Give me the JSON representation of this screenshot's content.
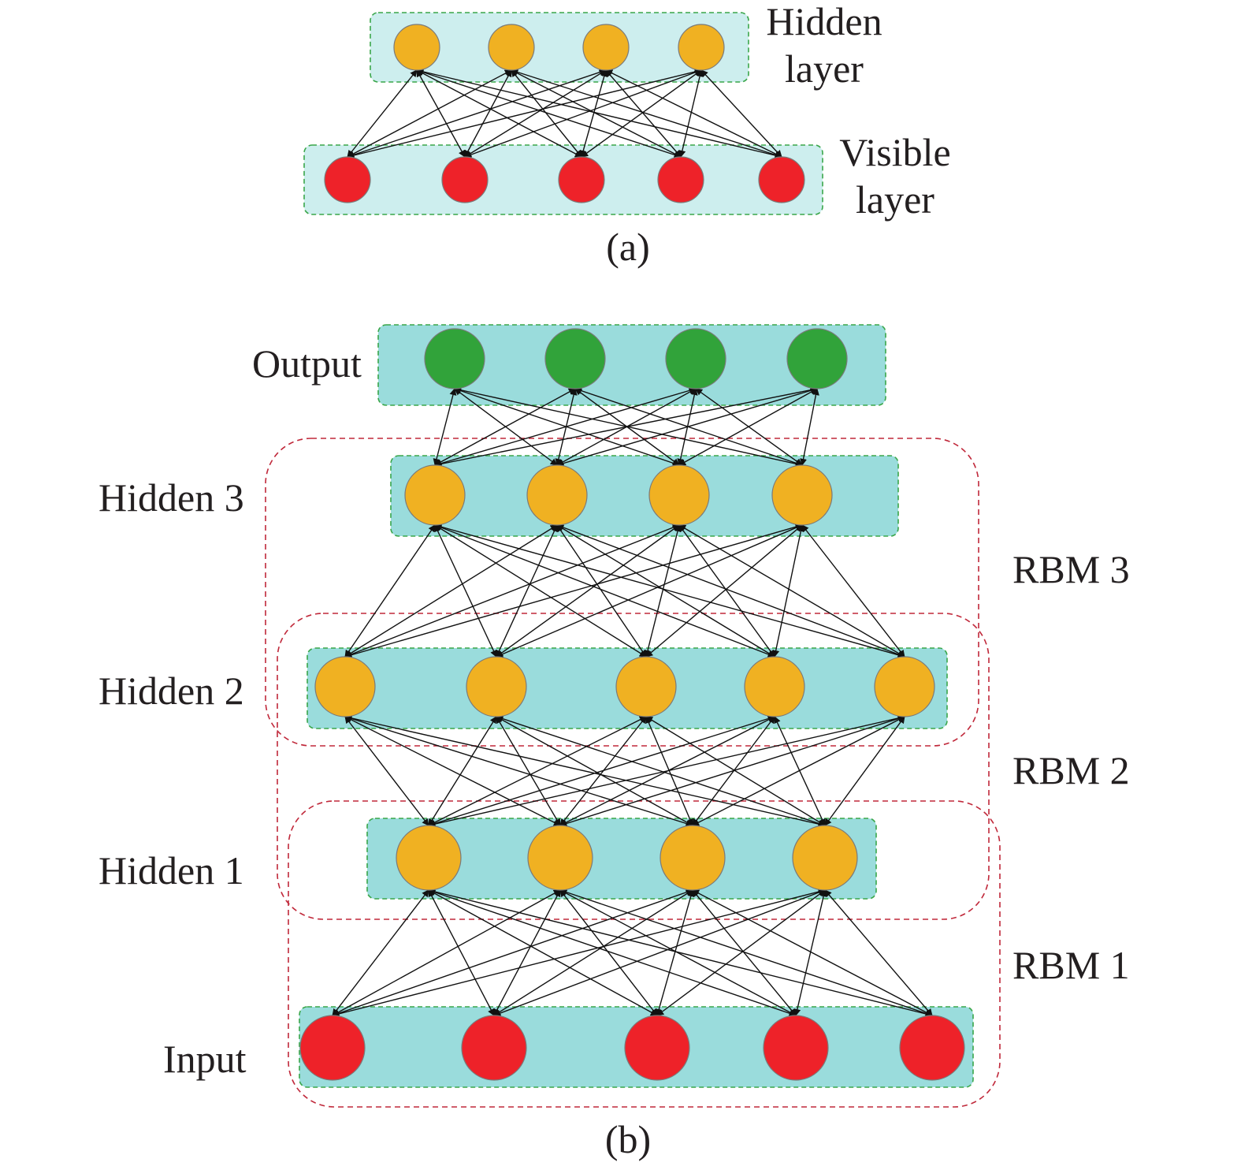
{
  "panel_a": {
    "hidden_label_line1": "Hidden",
    "hidden_label_line2": "layer",
    "visible_label_line1": "Visible",
    "visible_label_line2": "layer",
    "caption": "(a)",
    "hidden_units": 4,
    "visible_units": 5
  },
  "panel_b": {
    "caption": "(b)",
    "layers": [
      {
        "label": "Output",
        "units": 4
      },
      {
        "label": "Hidden 3",
        "units": 4
      },
      {
        "label": "Hidden 2",
        "units": 5
      },
      {
        "label": "Hidden 1",
        "units": 4
      },
      {
        "label": "Input",
        "units": 5
      }
    ],
    "rbms": [
      "RBM 3",
      "RBM 2",
      "RBM 1"
    ]
  },
  "colors": {
    "visible_unit": "#ee2229",
    "hidden_unit": "#f0b122",
    "output_unit": "#31a33a",
    "layer_box_light": "#cdeeee",
    "layer_box": "#9adcdc",
    "layer_box_border": "#3aa64a",
    "rbm_border": "#c0283a"
  }
}
